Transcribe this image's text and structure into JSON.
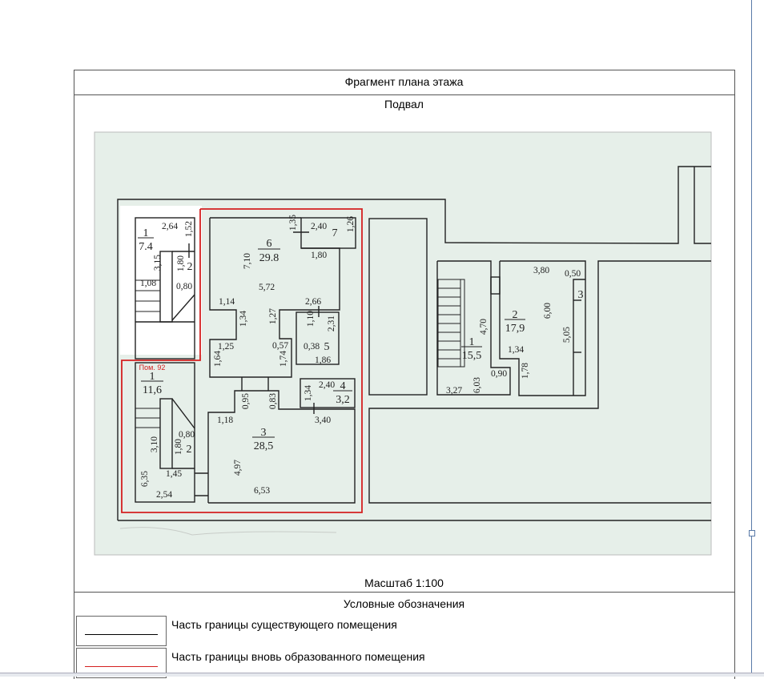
{
  "document": {
    "title": "Фрагмент плана этажа",
    "floor": "Подвал",
    "scale": "Масштаб 1:100",
    "legend_title": "Условные обозначения",
    "legend": [
      {
        "label": "Часть границы существующего помещения",
        "color": "#000000"
      },
      {
        "label": "Часть границы вновь образованного помещения",
        "color": "#d42020"
      }
    ]
  },
  "plan": {
    "background": "#e6efe9",
    "new_boundary_color": "#d42020",
    "premises_label": "Пом. 92",
    "rooms": [
      {
        "no": "1",
        "area": "7.4"
      },
      {
        "no": "6",
        "area": "29.8"
      },
      {
        "no": "4",
        "area": "3,2"
      },
      {
        "no": "1",
        "area": "11,6"
      },
      {
        "no": "3",
        "area": "28,5"
      },
      {
        "no": "1",
        "area": "15,5"
      },
      {
        "no": "2",
        "area": "17,9"
      }
    ],
    "room_numbers": [
      "2",
      "7",
      "5",
      "2",
      "3"
    ],
    "dims": [
      "2,64",
      "1,52",
      "3,15",
      "1,80",
      "1,08",
      "0,80",
      "1,35",
      "2,40",
      "1,26",
      "1,80",
      "7,10",
      "5,72",
      "1,14",
      "2,66",
      "1,34",
      "1,27",
      "1,10",
      "2,31",
      "1,25",
      "0,57",
      "0,38",
      "1,64",
      "1,74",
      "1,86",
      "1,34",
      "2,40",
      "0,95",
      "0,83",
      "1,18",
      "3,40",
      "0,80",
      "3,10",
      "1,80",
      "4,97",
      "1,45",
      "6,35",
      "2,54",
      "6,53",
      "4,70",
      "3,27",
      "6,03",
      "0,90",
      "3,80",
      "0,50",
      "6,00",
      "5,05",
      "1,34",
      "1,78"
    ]
  }
}
